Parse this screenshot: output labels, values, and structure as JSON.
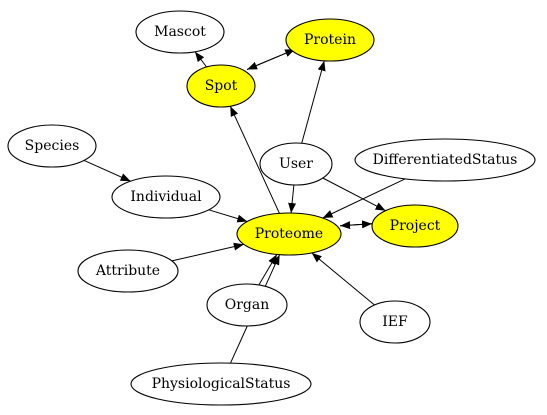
{
  "colors": {
    "highlight": "#ffff00",
    "default": "#ffffff",
    "stroke": "#000000"
  },
  "nodes": [
    {
      "id": "Mascot",
      "label": "Mascot",
      "highlight": false
    },
    {
      "id": "Protein",
      "label": "Protein",
      "highlight": true
    },
    {
      "id": "Spot",
      "label": "Spot",
      "highlight": true
    },
    {
      "id": "Species",
      "label": "Species",
      "highlight": false
    },
    {
      "id": "User",
      "label": "User",
      "highlight": false
    },
    {
      "id": "DifferentiatedStatus",
      "label": "DifferentiatedStatus",
      "highlight": false
    },
    {
      "id": "Individual",
      "label": "Individual",
      "highlight": false
    },
    {
      "id": "Proteome",
      "label": "Proteome",
      "highlight": true
    },
    {
      "id": "Project",
      "label": "Project",
      "highlight": true
    },
    {
      "id": "Attribute",
      "label": "Attribute",
      "highlight": false
    },
    {
      "id": "Organ",
      "label": "Organ",
      "highlight": false
    },
    {
      "id": "IEF",
      "label": "IEF",
      "highlight": false
    },
    {
      "id": "PhysiologicalStatus",
      "label": "PhysiologicalStatus",
      "highlight": false
    }
  ],
  "edges": [
    {
      "from": "Spot",
      "to": "Mascot"
    },
    {
      "from": "Spot",
      "to": "Protein"
    },
    {
      "from": "Protein",
      "to": "Spot"
    },
    {
      "from": "User",
      "to": "Protein"
    },
    {
      "from": "Proteome",
      "to": "Spot"
    },
    {
      "from": "User",
      "to": "Proteome"
    },
    {
      "from": "User",
      "to": "Project"
    },
    {
      "from": "Species",
      "to": "Individual"
    },
    {
      "from": "Individual",
      "to": "Proteome"
    },
    {
      "from": "DifferentiatedStatus",
      "to": "Proteome"
    },
    {
      "from": "Proteome",
      "to": "Project"
    },
    {
      "from": "Project",
      "to": "Proteome"
    },
    {
      "from": "Attribute",
      "to": "Proteome"
    },
    {
      "from": "Organ",
      "to": "Proteome"
    },
    {
      "from": "IEF",
      "to": "Proteome"
    },
    {
      "from": "PhysiologicalStatus",
      "to": "Proteome"
    }
  ]
}
